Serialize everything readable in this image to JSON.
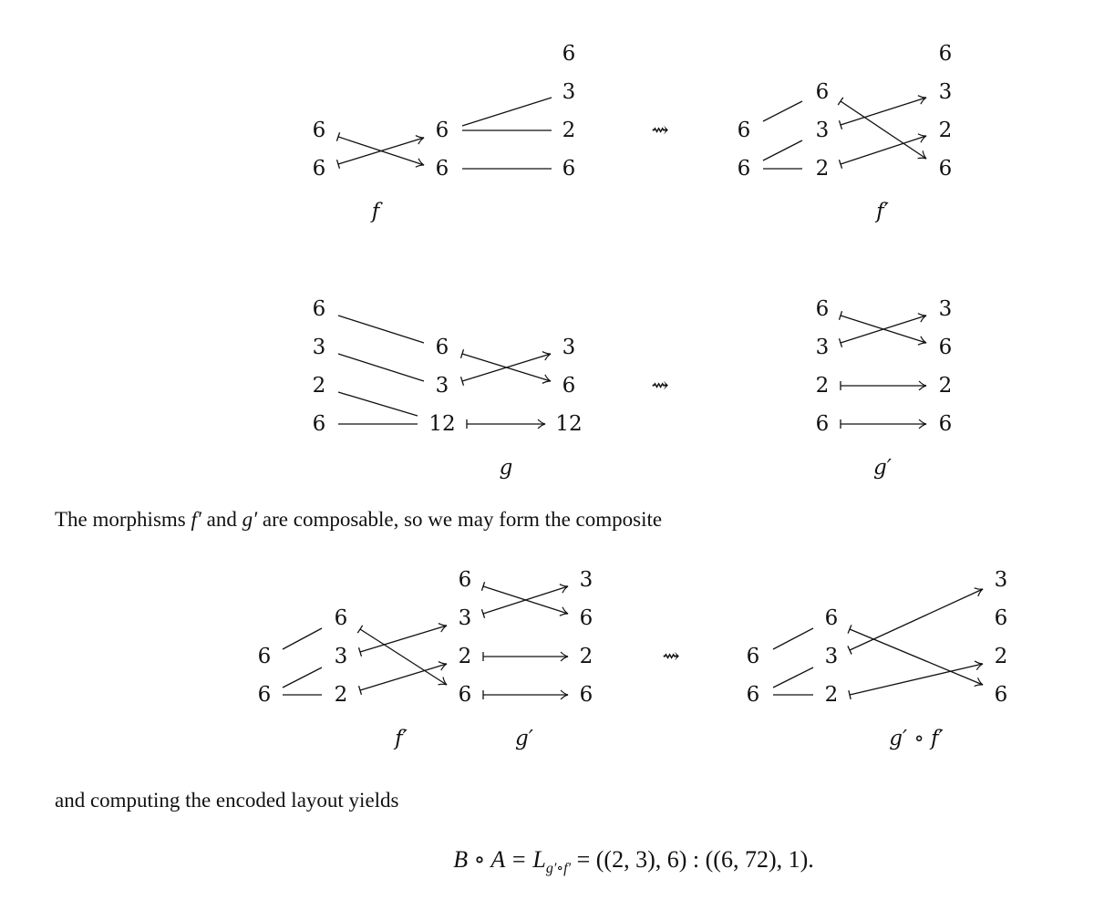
{
  "diagram_f": {
    "left": [
      "6",
      "6"
    ],
    "middle": [
      "6",
      "6"
    ],
    "right": [
      "6",
      "3",
      "2",
      "6"
    ],
    "label": "f"
  },
  "diagram_f_prime": {
    "left": [
      "6",
      "6"
    ],
    "middle": [
      "6",
      "3",
      "2"
    ],
    "right": [
      "6",
      "3",
      "2",
      "6"
    ],
    "label": "f′"
  },
  "diagram_g": {
    "left": [
      "6",
      "3",
      "2",
      "6"
    ],
    "middle": [
      "6",
      "3",
      "12"
    ],
    "right": [
      "3",
      "6",
      "12"
    ],
    "label": "g"
  },
  "diagram_g_prime": {
    "left": [
      "6",
      "3",
      "2",
      "6"
    ],
    "right": [
      "3",
      "6",
      "2",
      "6"
    ],
    "label": "g′"
  },
  "composite_pair": {
    "col1": [
      "6",
      "6"
    ],
    "col2": [
      "6",
      "3",
      "2"
    ],
    "col3": [
      "6",
      "3",
      "2",
      "6"
    ],
    "col4": [
      "3",
      "6",
      "2",
      "6"
    ],
    "label_f": "f′",
    "label_g": "g′"
  },
  "composite_result": {
    "col1": [
      "6",
      "6"
    ],
    "col2": [
      "6",
      "3",
      "2"
    ],
    "col3": [
      "3",
      "6",
      "2",
      "6"
    ],
    "label": "g′ ∘ f′"
  },
  "squiggle": "⇝",
  "text": {
    "p1_a": "The morphisms ",
    "p1_f": "f′",
    "p1_b": " and ",
    "p1_g": "g′",
    "p1_c": " are composable, so we may form the composite",
    "p2": "and computing the encoded layout yields"
  },
  "formula": {
    "lhs": "B ∘ A = L",
    "sub": "g′∘f′",
    "rhs": " = ((2, 3), 6) : ((6, 72), 1)."
  }
}
